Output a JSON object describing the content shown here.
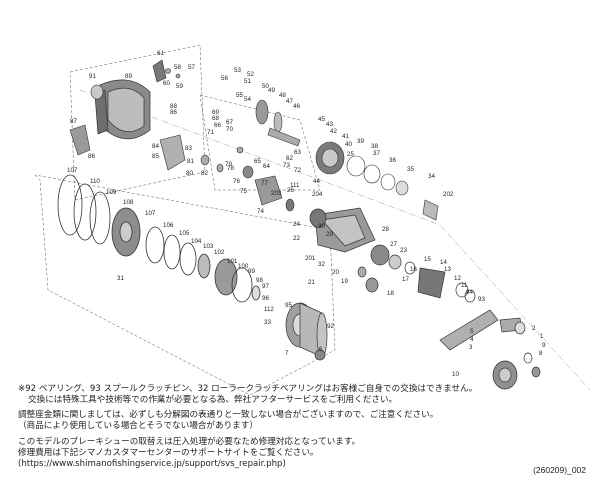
{
  "part_labels": [
    "61",
    "58",
    "57",
    "60",
    "59",
    "91",
    "89",
    "88",
    "86",
    "87",
    "84",
    "85",
    "86",
    "56",
    "53",
    "52",
    "51",
    "55",
    "54",
    "50",
    "49",
    "48",
    "47",
    "46",
    "45",
    "69",
    "68",
    "66",
    "67",
    "70",
    "71",
    "65",
    "64",
    "73",
    "72",
    "62",
    "63",
    "83",
    "81",
    "80",
    "82",
    "79",
    "78",
    "76",
    "75",
    "77",
    "74",
    "43",
    "42",
    "41",
    "40",
    "44",
    "39",
    "38",
    "37",
    "36",
    "35",
    "34",
    "202",
    "204",
    "203",
    "24",
    "25",
    "26",
    "111",
    "107",
    "110",
    "109",
    "108",
    "107",
    "106",
    "105",
    "104",
    "103",
    "102",
    "101",
    "100",
    "99",
    "98",
    "97",
    "96",
    "112",
    "33",
    "31",
    "30",
    "29",
    "201",
    "32",
    "22",
    "21",
    "28",
    "27",
    "23",
    "20",
    "19",
    "18",
    "17",
    "16",
    "15",
    "14",
    "13",
    "12",
    "11",
    "94",
    "93",
    "95",
    "92",
    "7",
    "6",
    "5",
    "4",
    "3",
    "2",
    "1",
    "9",
    "8",
    "10"
  ],
  "notes": {
    "line1": "※92 ベアリング、93 スプールクラッチピン、32 ローラークラッチベアリングはお客様ご自身での交換はできません。",
    "line2": "交換には特殊工具や技術等での作業が必要となる為、弊社アフターサービスをご利用ください。",
    "line3": "調整座金類に関しましては、必ずしも分解図の表通りと一致しない場合がございますので、ご注意ください。",
    "line4": "（商品により使用している場合とそうでない場合があります）",
    "line5": "このモデルのブレーキシューの取替えは圧入処理が必要なため修理対応となっています。",
    "line6": "修理費用は下記シマノカスタマーセンターのサポートサイトをご覧ください。",
    "line7": "(https://www.shimanofishingservice.jp/support/svs_repair.php)"
  },
  "diagram_code": "(260209)_002"
}
